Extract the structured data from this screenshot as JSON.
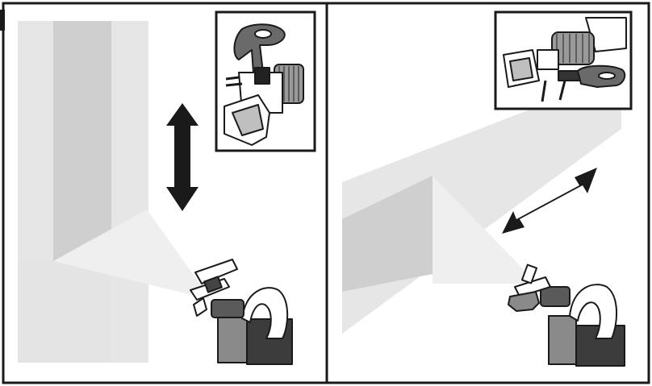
{
  "figure": {
    "panels": [
      {
        "id": "left",
        "spray_direction": "vertical",
        "tip_guard": "vertical",
        "wall_band": "vertical"
      },
      {
        "id": "right",
        "spray_direction": "horizontal",
        "tip_guard": "horizontal",
        "wall_band": "horizontal"
      }
    ]
  },
  "colors": {
    "ink": "#1a1a1a",
    "panel_border": "#1a1a1a",
    "wall_light": "#e6e6e6",
    "wall_dark": "#cfcfcf",
    "spray_fan": "#eeeeee",
    "tool_gray": "#7a7a7a",
    "tool_dark": "#3c3c3c"
  }
}
